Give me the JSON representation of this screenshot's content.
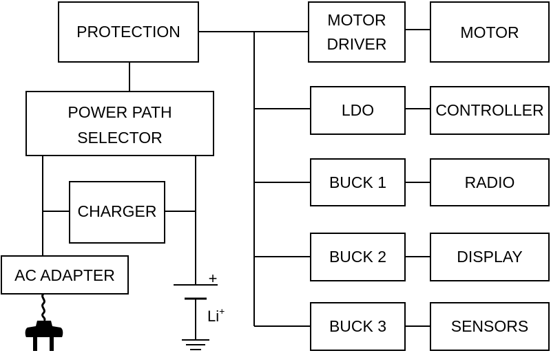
{
  "blocks": {
    "protection": {
      "lines": [
        "PROTECTION"
      ]
    },
    "power_path_selector": {
      "lines": [
        "POWER PATH",
        "SELECTOR"
      ]
    },
    "charger": {
      "lines": [
        "CHARGER"
      ]
    },
    "ac_adapter": {
      "lines": [
        "AC ADAPTER"
      ]
    },
    "motor_driver": {
      "lines": [
        "MOTOR",
        "DRIVER"
      ]
    },
    "motor": {
      "lines": [
        "MOTOR"
      ]
    },
    "ldo": {
      "lines": [
        "LDO"
      ]
    },
    "controller": {
      "lines": [
        "CONTROLLER"
      ]
    },
    "buck1": {
      "lines": [
        "BUCK 1"
      ]
    },
    "radio": {
      "lines": [
        "RADIO"
      ]
    },
    "buck2": {
      "lines": [
        "BUCK 2"
      ]
    },
    "display": {
      "lines": [
        "DISPLAY"
      ]
    },
    "buck3": {
      "lines": [
        "BUCK 3"
      ]
    },
    "sensors": {
      "lines": [
        "SENSORS"
      ]
    }
  },
  "battery": {
    "plus_symbol": "+",
    "label": "Li",
    "label_superscript": "+"
  },
  "colors": {
    "line": "#000000",
    "background": "#ffffff",
    "plug": "#000000"
  },
  "icons": [
    "power-plug-icon",
    "battery-icon",
    "ground-icon"
  ]
}
